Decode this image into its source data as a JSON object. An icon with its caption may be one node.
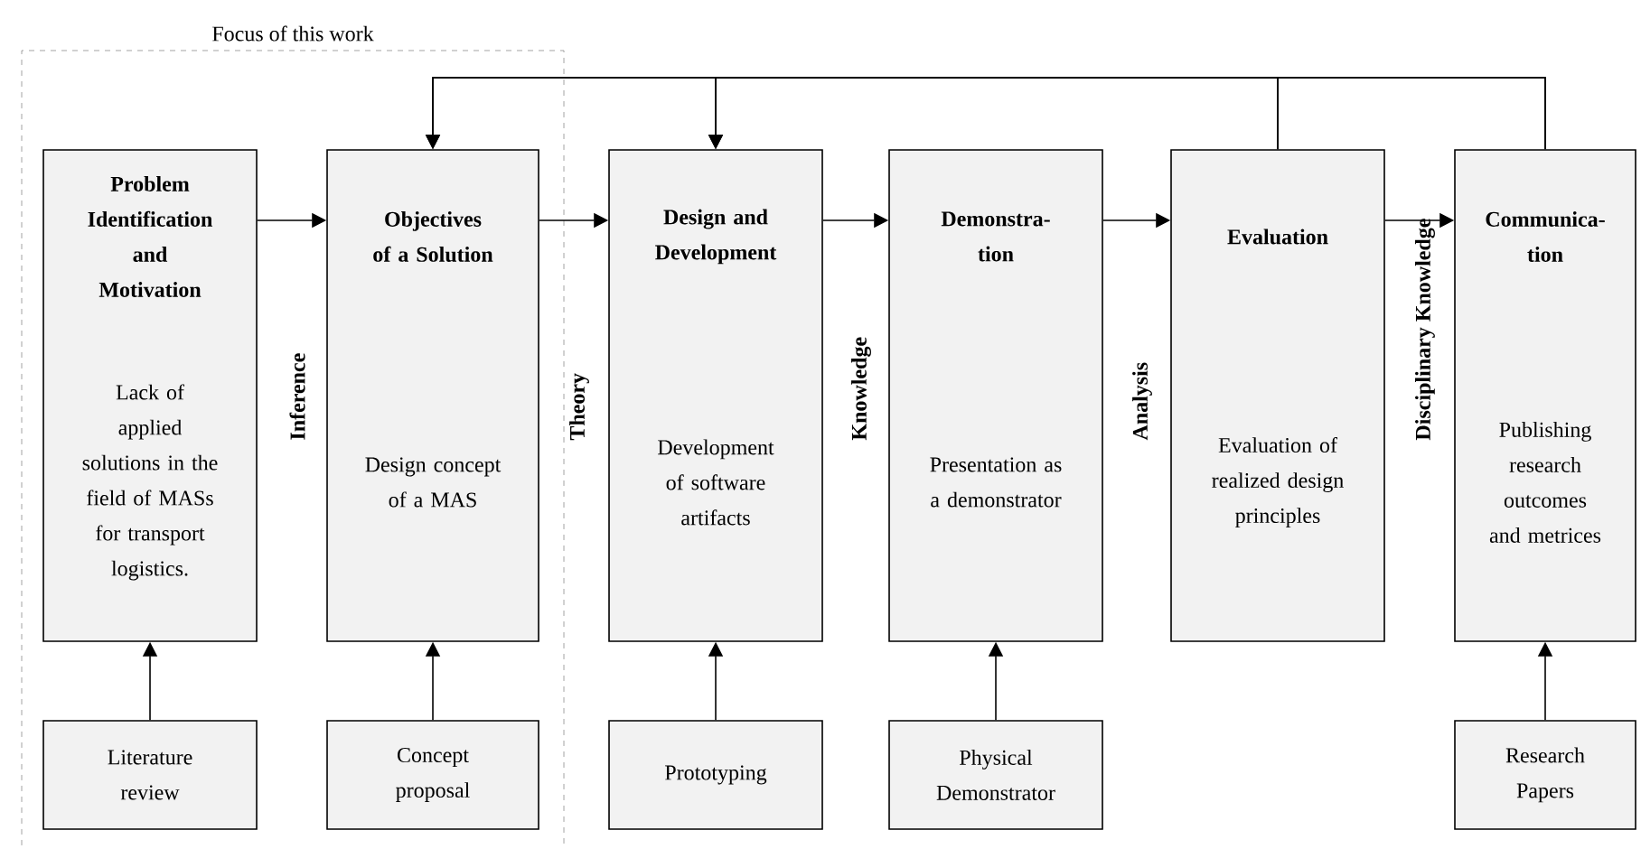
{
  "diagram": {
    "nodes": [
      {
        "text": [
          "Focus of this work"
        ]
      },
      {
        "text": [
          "Problem Identification and Motivation",
          "Lack of applied solutions in the field of MASs for transport logistics."
        ],
        "in": 0
      },
      {
        "text": [
          "Objectives of a Solution",
          "Design concept of a MAS"
        ],
        "in": 0
      },
      {
        "text": [
          "Design and Development",
          "Development of software artifacts"
        ]
      },
      {
        "text": [
          "Demonstra- tion",
          "Presentation as a demonstrator"
        ]
      },
      {
        "text": [
          "Evaluation",
          "Evaluation of realized design principles"
        ]
      },
      {
        "text": [
          "Communica- tion",
          "Publishing research outcomes and metrices"
        ]
      },
      {
        "text": [
          "Literature review"
        ],
        "in": 0
      },
      {
        "text": [
          "Concept proposal"
        ],
        "in": 0
      },
      {
        "text": [
          "Prototyping"
        ]
      },
      {
        "text": [
          "Physical Demonstrator"
        ]
      },
      {
        "text": [
          "Research Papers"
        ]
      }
    ],
    "edges": [
      {
        "from": 1,
        "to": 2,
        "arrow": "to"
      },
      {
        "from": 2,
        "to": 3,
        "arrow": "to"
      },
      {
        "from": 3,
        "to": 4,
        "arrow": "to"
      },
      {
        "from": 4,
        "to": 5,
        "arrow": "to"
      },
      {
        "from": 5,
        "to": 6,
        "arrow": "to"
      },
      {
        "from": 5,
        "to": 2,
        "arrow": "to"
      },
      {
        "from": 5,
        "to": 3,
        "arrow": "to"
      },
      {
        "from": 6,
        "to": 2,
        "arrow": "to"
      },
      {
        "from": 6,
        "to": 3,
        "arrow": "to"
      },
      {
        "from": 7,
        "to": 1,
        "arrow": "to"
      },
      {
        "from": 8,
        "to": 2,
        "arrow": "to"
      },
      {
        "from": 9,
        "to": 3,
        "arrow": "to"
      },
      {
        "from": 10,
        "to": 4,
        "arrow": "to"
      },
      {
        "from": 11,
        "to": 6,
        "arrow": "to"
      }
    ],
    "labels": [
      "Inference",
      "Theory",
      "Knowledge",
      "Analysis",
      "Disciplinary Knowledge"
    ]
  }
}
